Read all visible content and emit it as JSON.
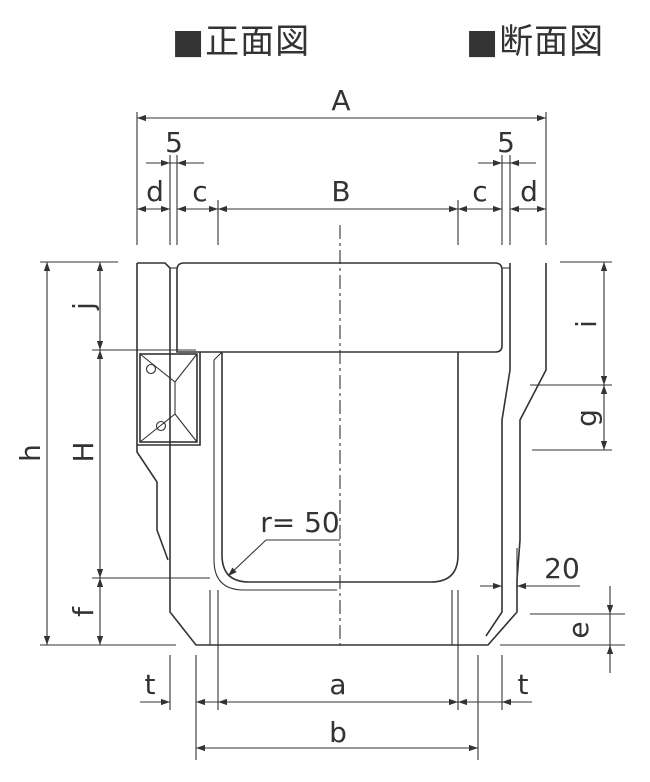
{
  "titles": {
    "front_view": "■正面図",
    "section_view": "■断面図"
  },
  "dimensions": {
    "A": "A",
    "B": "B",
    "five_left": "5",
    "five_right": "5",
    "d_left": "d",
    "d_right": "d",
    "c_left": "c",
    "c_right": "c",
    "h": "h",
    "H": "H",
    "j": "j",
    "f": "f",
    "i": "i",
    "g": "g",
    "e": "e",
    "twenty": "20",
    "radius": "r= 50",
    "t_left": "t",
    "t_right": "t",
    "a": "a",
    "b": "b"
  }
}
